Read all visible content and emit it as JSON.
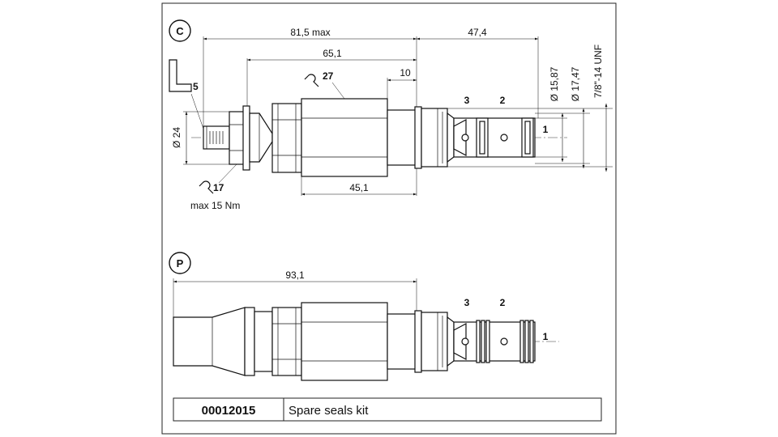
{
  "view_c": {
    "label": "C",
    "dim_overall": "81,5 max",
    "dim_65": "65,1",
    "dim_47": "47,4",
    "dim_10": "10",
    "dim_451": "45,1",
    "dia_24": "Ø 24",
    "dia_1587": "Ø 15,87",
    "dia_1747": "Ø 17,47",
    "thread": "7/8\"-14 UNF",
    "hex_key": "5",
    "wrench_27": "27",
    "wrench_17": "17",
    "torque": "max 15 Nm",
    "port_1": "1",
    "port_2": "2",
    "port_3": "3"
  },
  "view_p": {
    "label": "P",
    "dim_overall": "93,1",
    "port_1": "1",
    "port_2": "2",
    "port_3": "3"
  },
  "table": {
    "code": "00012015",
    "description": "Spare seals kit"
  }
}
